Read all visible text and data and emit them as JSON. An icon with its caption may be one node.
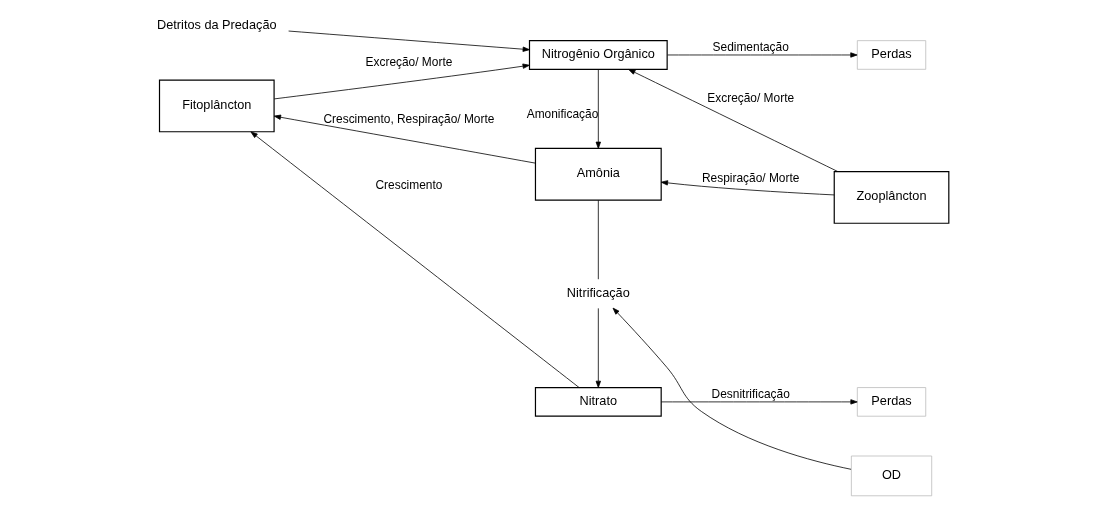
{
  "diagram": {
    "nodes": [
      {
        "text": [
          "Detritos da Predação"
        ]
      },
      {
        "text": [
          "Nitrogênio Orgânico"
        ]
      },
      {
        "text": [
          "Perdas"
        ]
      },
      {
        "text": [
          "Fitoplâncton"
        ]
      },
      {
        "text": [
          "Amônia"
        ]
      },
      {
        "text": [
          "Zooplâncton"
        ]
      },
      {
        "text": [
          "Nitrificação"
        ]
      },
      {
        "text": [
          "OD"
        ]
      },
      {
        "text": [
          "Nitrato"
        ]
      },
      {
        "text": [
          "Perdas"
        ]
      }
    ],
    "edges": [
      {
        "from": 0,
        "to": 1,
        "arrow": "to"
      },
      {
        "from": 1,
        "to": 2,
        "arrow": "to",
        "label": "Sedimentação"
      },
      {
        "from": 3,
        "to": 1,
        "arrow": "to",
        "label": "Excreção/ Morte"
      },
      {
        "from": 1,
        "to": 4,
        "arrow": "to",
        "label": "Amonificação"
      },
      {
        "from": 5,
        "to": 1,
        "arrow": "to",
        "label": "Excreção/ Morte"
      },
      {
        "from": 4,
        "to": 3,
        "arrow": "to",
        "label": "Crescimento, Respiração/ Morte"
      },
      {
        "from": 5,
        "to": 4,
        "arrow": "to",
        "label": "Respiração/ Morte"
      },
      {
        "from": 4,
        "to": 6,
        "arrow": "none"
      },
      {
        "from": 6,
        "to": 8,
        "arrow": "to"
      },
      {
        "from": 7,
        "to": 6,
        "arrow": "to"
      },
      {
        "from": 8,
        "to": 3,
        "arrow": "to",
        "label": "Crescimento"
      },
      {
        "from": 8,
        "to": 9,
        "arrow": "to",
        "label": "Desnitrificação"
      }
    ]
  }
}
